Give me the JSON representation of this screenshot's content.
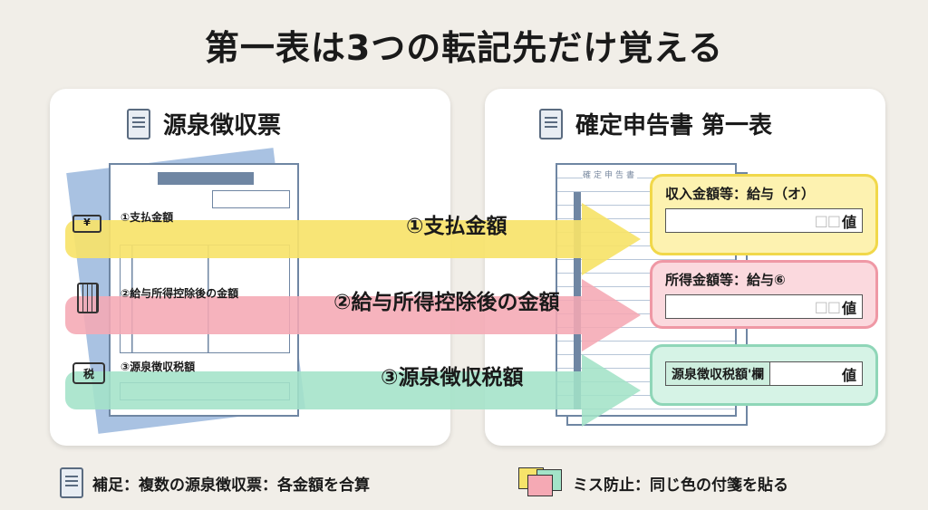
{
  "title": "第一表は3つの転記先だけ覚える",
  "left_panel": {
    "heading": "源泉徴収票",
    "items": [
      {
        "label": "①支払金額",
        "icon": "yen-bill-icon"
      },
      {
        "label": "②給与所得控除後の金額",
        "icon": "calculator-icon"
      },
      {
        "label": "③源泉徴収税額",
        "icon": "tax-stamp-icon",
        "icon_text": "税"
      }
    ]
  },
  "right_panel": {
    "heading": "確定申告書 第一表",
    "form_caption": "確定申告書",
    "boxes": [
      {
        "title": "収入金額等：給与（オ）",
        "placeholder": "□□",
        "value": "値"
      },
      {
        "title": "所得金額等：給与⑥",
        "placeholder": "□□",
        "value": "値"
      },
      {
        "title": "源泉徴収税額'欄",
        "value": "値"
      }
    ]
  },
  "arrows": [
    "①支払金額",
    "②給与所得控除後の金額",
    "③源泉徴収税額"
  ],
  "footer": {
    "note1": "補足：複数の源泉徴収票：各金額を合算",
    "note2": "ミス防止：同じ色の付箋を貼る"
  },
  "colors": {
    "yellow": "#f7e36a",
    "pink": "#f5a9b4",
    "green": "#a3e3c8",
    "blue": "#a9c2e2"
  }
}
